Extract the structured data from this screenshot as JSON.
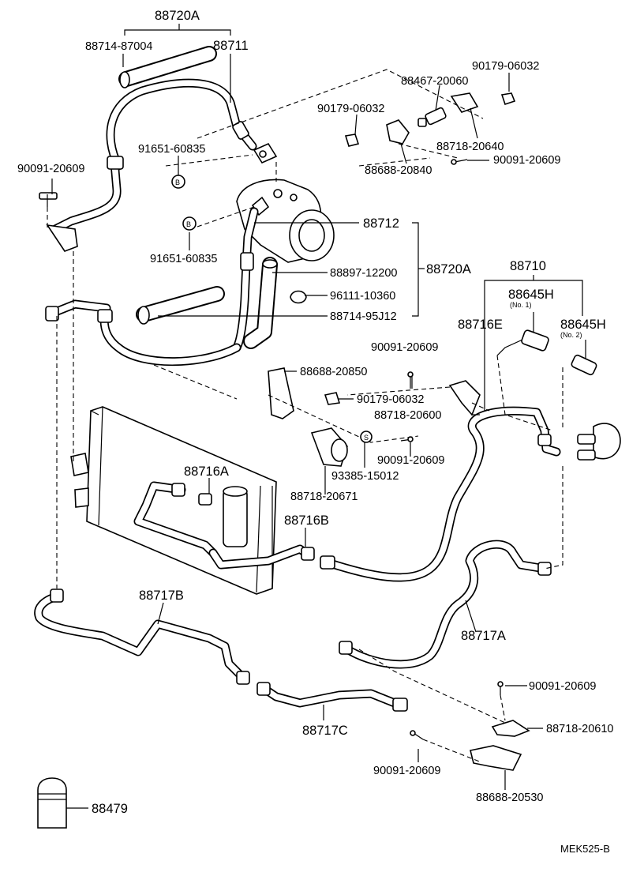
{
  "labels": {
    "l_88720A_top": "88720A",
    "l_88714_87004": "88714-87004",
    "l_88711": "88711",
    "l_88467_20060": "88467-20060",
    "l_90179_06032_a": "90179-06032",
    "l_90179_06032_b": "90179-06032",
    "l_91651_60835_a": "91651-60835",
    "l_90091_20609_a": "90091-20609",
    "l_88718_20640": "88718-20640",
    "l_88688_20840": "88688-20840",
    "l_90091_20609_b": "90091-20609",
    "l_88712": "88712",
    "l_91651_60835_b": "91651-60835",
    "l_88897_12200": "88897-12200",
    "l_88720A_mid": "88720A",
    "l_96111_10360": "96111-10360",
    "l_88714_95J12": "88714-95J12",
    "l_88710": "88710",
    "l_88645H_1": "88645H",
    "l_no1": "(No. 1)",
    "l_88716E": "88716E",
    "l_88645H_2": "88645H",
    "l_no2": "(No. 2)",
    "l_90091_20609_c": "90091-20609",
    "l_88688_20850": "88688-20850",
    "l_90179_06032_c": "90179-06032",
    "l_88718_20600": "88718-20600",
    "l_90091_20609_d": "90091-20609",
    "l_88716A": "88716A",
    "l_93385_15012": "93385-15012",
    "l_88718_20671": "88718-20671",
    "l_88716B": "88716B",
    "l_88717B": "88717B",
    "l_88717A": "88717A",
    "l_90091_20609_e": "90091-20609",
    "l_88717C": "88717C",
    "l_88718_20610": "88718-20610",
    "l_90091_20609_f": "90091-20609",
    "l_88688_20530": "88688-20530",
    "l_88479": "88479",
    "l_code": "MEK525-B"
  },
  "callout_letters": {
    "b1": "B",
    "b2": "B",
    "s1": "S"
  },
  "colors": {
    "ink": "#000000",
    "paper": "#ffffff"
  }
}
